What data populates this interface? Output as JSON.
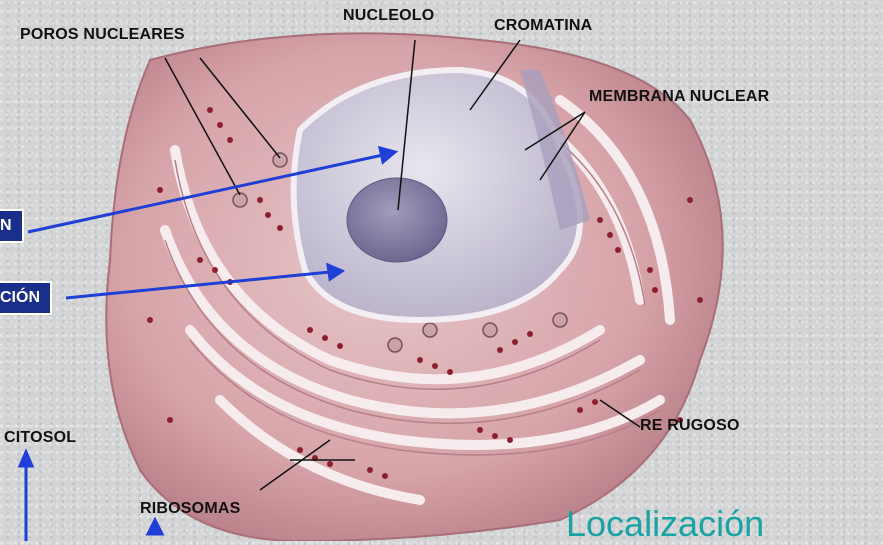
{
  "labels": {
    "poros": "POROS NUCLEARES",
    "nucleolo": "NUCLEOLO",
    "cromatina": "CROMATINA",
    "membrana": "MEMBRANA NUCLEAR",
    "re_rugoso": "RE RUGOSO",
    "ribosomas": "RIBOSOMAS",
    "citosol": "CITOSOL"
  },
  "boxes": {
    "box1": "N",
    "box2": "CIÓN"
  },
  "title": "Localización",
  "colors": {
    "arrow_blue": "#1f3fd6",
    "box_blue": "#1a2f8a",
    "title_teal": "#1aa3a3",
    "cell_pink": "#d8a9ad",
    "nucleus_lilac": "#c9c3d6",
    "nucleolus": "#8a82a6",
    "ribosome": "#8c1f2e"
  }
}
